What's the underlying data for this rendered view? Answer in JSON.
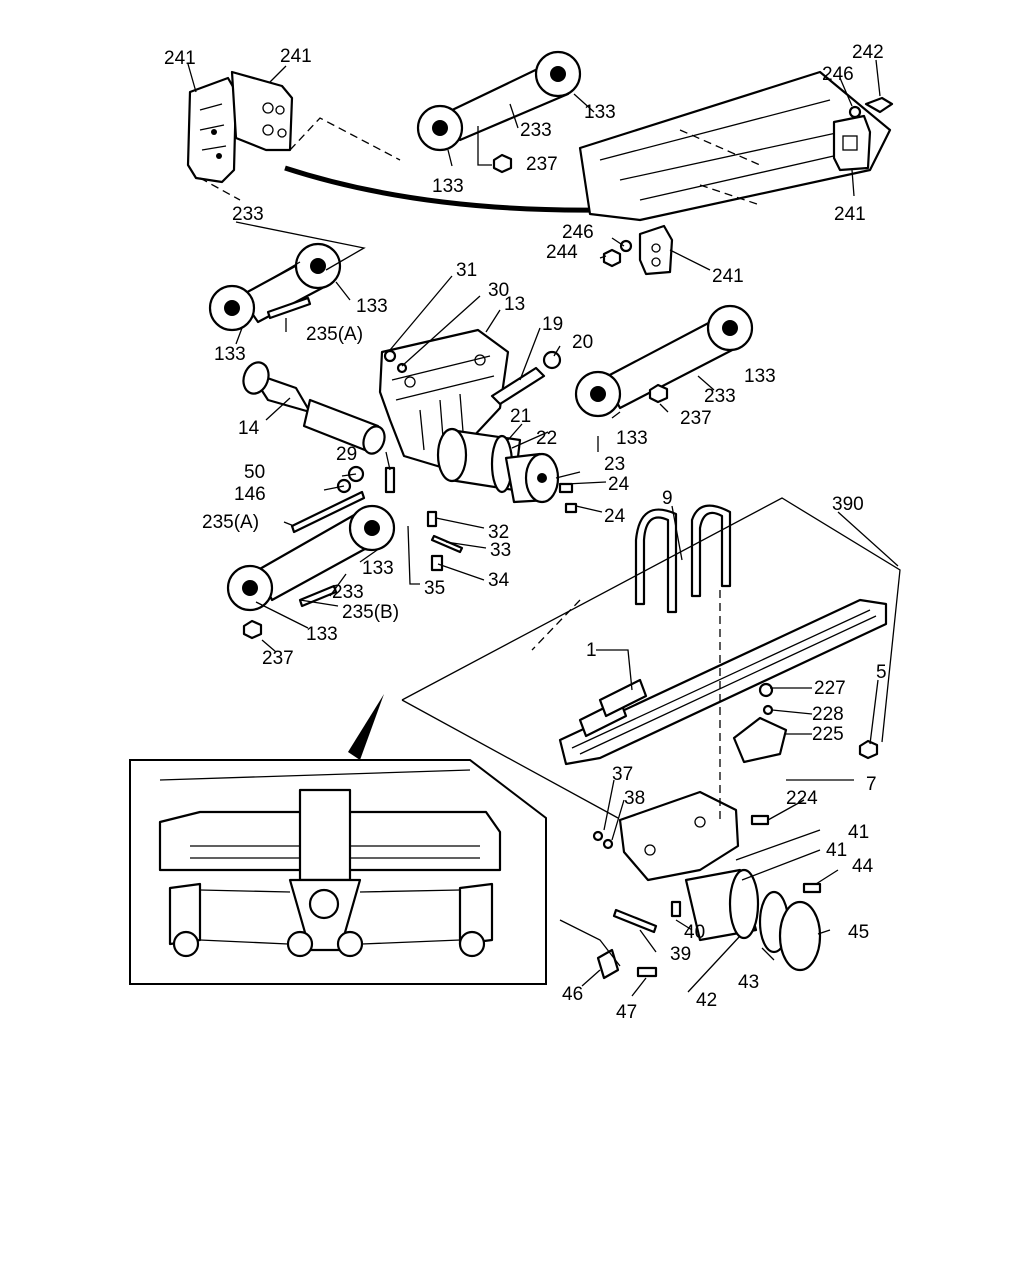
{
  "diagram": {
    "callouts": [
      {
        "id": "c241a",
        "text": "241"
      },
      {
        "id": "c241b",
        "text": "241"
      },
      {
        "id": "c242",
        "text": "242"
      },
      {
        "id": "c246a",
        "text": "246"
      },
      {
        "id": "c133a",
        "text": "133"
      },
      {
        "id": "c233a",
        "text": "233"
      },
      {
        "id": "c133b",
        "text": "133"
      },
      {
        "id": "c237a",
        "text": "237"
      },
      {
        "id": "c241c",
        "text": "241"
      },
      {
        "id": "c233b",
        "text": "233"
      },
      {
        "id": "c246b",
        "text": "246"
      },
      {
        "id": "c244",
        "text": "244"
      },
      {
        "id": "c241d",
        "text": "241"
      },
      {
        "id": "c133c",
        "text": "133"
      },
      {
        "id": "c31",
        "text": "31"
      },
      {
        "id": "c30",
        "text": "30"
      },
      {
        "id": "c13",
        "text": "13"
      },
      {
        "id": "c19",
        "text": "19"
      },
      {
        "id": "c20",
        "text": "20"
      },
      {
        "id": "c235a1",
        "text": "235(A)"
      },
      {
        "id": "c133d",
        "text": "133"
      },
      {
        "id": "c133e",
        "text": "133"
      },
      {
        "id": "c233c",
        "text": "233"
      },
      {
        "id": "c237b",
        "text": "237"
      },
      {
        "id": "c14",
        "text": "14"
      },
      {
        "id": "c21",
        "text": "21"
      },
      {
        "id": "c22",
        "text": "22"
      },
      {
        "id": "c133f",
        "text": "133"
      },
      {
        "id": "c29",
        "text": "29"
      },
      {
        "id": "c23",
        "text": "23"
      },
      {
        "id": "c50",
        "text": "50"
      },
      {
        "id": "c24a",
        "text": "24"
      },
      {
        "id": "c146",
        "text": "146"
      },
      {
        "id": "c9",
        "text": "9"
      },
      {
        "id": "c390",
        "text": "390"
      },
      {
        "id": "c24b",
        "text": "24"
      },
      {
        "id": "c235a2",
        "text": "235(A)"
      },
      {
        "id": "c32",
        "text": "32"
      },
      {
        "id": "c33",
        "text": "33"
      },
      {
        "id": "c133g",
        "text": "133"
      },
      {
        "id": "c34",
        "text": "34"
      },
      {
        "id": "c35",
        "text": "35"
      },
      {
        "id": "c233d",
        "text": "233"
      },
      {
        "id": "c235b",
        "text": "235(B)"
      },
      {
        "id": "c133h",
        "text": "133"
      },
      {
        "id": "c237c",
        "text": "237"
      },
      {
        "id": "c1",
        "text": "1"
      },
      {
        "id": "c227",
        "text": "227"
      },
      {
        "id": "c5",
        "text": "5"
      },
      {
        "id": "c228",
        "text": "228"
      },
      {
        "id": "c225",
        "text": "225"
      },
      {
        "id": "c7",
        "text": "7"
      },
      {
        "id": "c37",
        "text": "37"
      },
      {
        "id": "c38",
        "text": "38"
      },
      {
        "id": "c224",
        "text": "224"
      },
      {
        "id": "c41a",
        "text": "41"
      },
      {
        "id": "c41b",
        "text": "41"
      },
      {
        "id": "c44",
        "text": "44"
      },
      {
        "id": "c45",
        "text": "45"
      },
      {
        "id": "c40",
        "text": "40"
      },
      {
        "id": "c39",
        "text": "39"
      },
      {
        "id": "c43",
        "text": "43"
      },
      {
        "id": "c42",
        "text": "42"
      },
      {
        "id": "c46",
        "text": "46"
      },
      {
        "id": "c47",
        "text": "47"
      }
    ]
  }
}
